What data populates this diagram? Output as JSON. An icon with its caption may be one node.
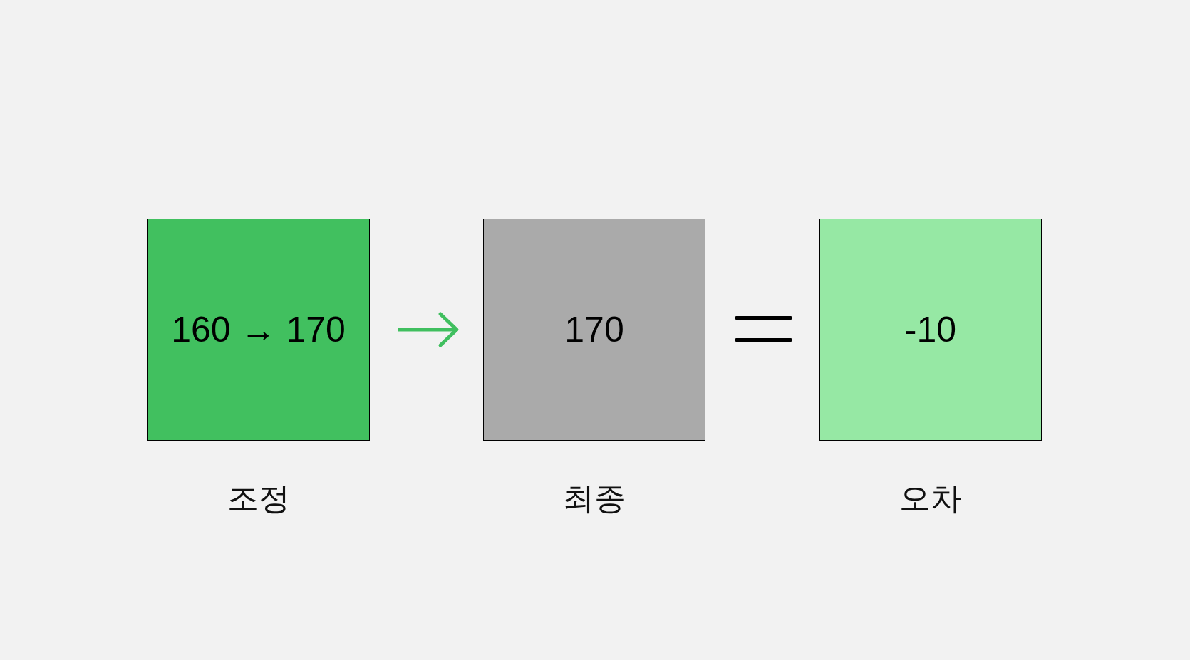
{
  "diagram": {
    "nodes": [
      {
        "text": [
          "160 → 170"
        ],
        "beside": [
          "조정"
        ]
      },
      {
        "text": [
          "170"
        ],
        "beside": [
          "최종"
        ]
      },
      {
        "text": [
          "-10"
        ],
        "beside": [
          "오차"
        ]
      }
    ],
    "edges": [
      {
        "from": 0,
        "to": 1,
        "arrow": "to",
        "color": "#40bf5f"
      }
    ]
  }
}
